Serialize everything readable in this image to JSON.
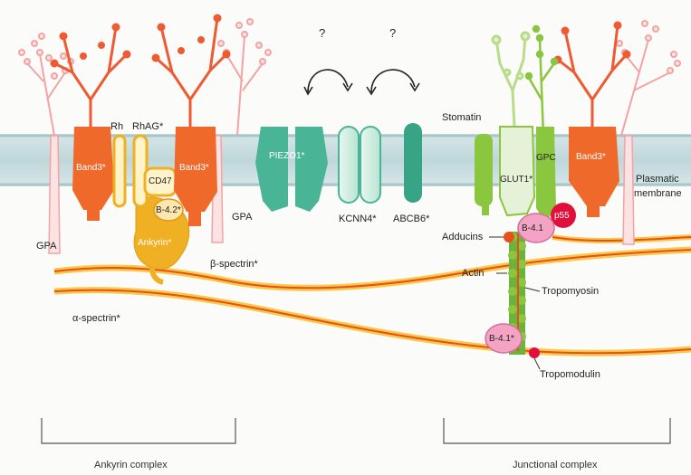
{
  "labels": {
    "q1": "?",
    "q2": "?",
    "stomatin": "Stomatin",
    "rh": "Rh",
    "rhag": "RhAG*",
    "band3_left": "Band3*",
    "band3_mid": "Band3*",
    "band3_right": "Band3*",
    "cd47": "CD47",
    "b42": "B-4.2*",
    "ankyrin": "Ankyrin*",
    "gpa_left": "GPA",
    "gpa_right": "GPA",
    "piezo1": "PIEZO1*",
    "kcnn4": "KCNN4*",
    "abcb6": "ABCB6*",
    "glut1": "GLUT1*",
    "gpc": "GPC",
    "plasmatic_membrane_1": "Plasmatic",
    "plasmatic_membrane_2": "membrane",
    "p55": "p55",
    "b41_upper": "B-4.1",
    "b41_lower": "B-4.1*",
    "adducins": "Adducins",
    "actin": "Actin",
    "tropomyosin": "Tropomyosin",
    "tropomodulin": "Tropomodulin",
    "beta_spectrin": "β-spectrin*",
    "alpha_spectrin": "α-spectrin*",
    "ankyrin_complex": "Ankyrin complex",
    "junctional_complex": "Junctional complex"
  },
  "colors": {
    "membrane": "#c8dde0",
    "band3": "#ef6a2a",
    "glycan": "#ee5a32",
    "glycan_pink": "#f3b0b0",
    "ankyrin": "#f0b024",
    "channel": "#4ab497",
    "channel_light": "#c5eadc",
    "glut_green": "#8bc63f",
    "spectrin_red": "#e94e1b",
    "spectrin_yellow": "#f7c948",
    "b41_pink": "#f3a3c3",
    "p55_red": "#e0103c"
  }
}
